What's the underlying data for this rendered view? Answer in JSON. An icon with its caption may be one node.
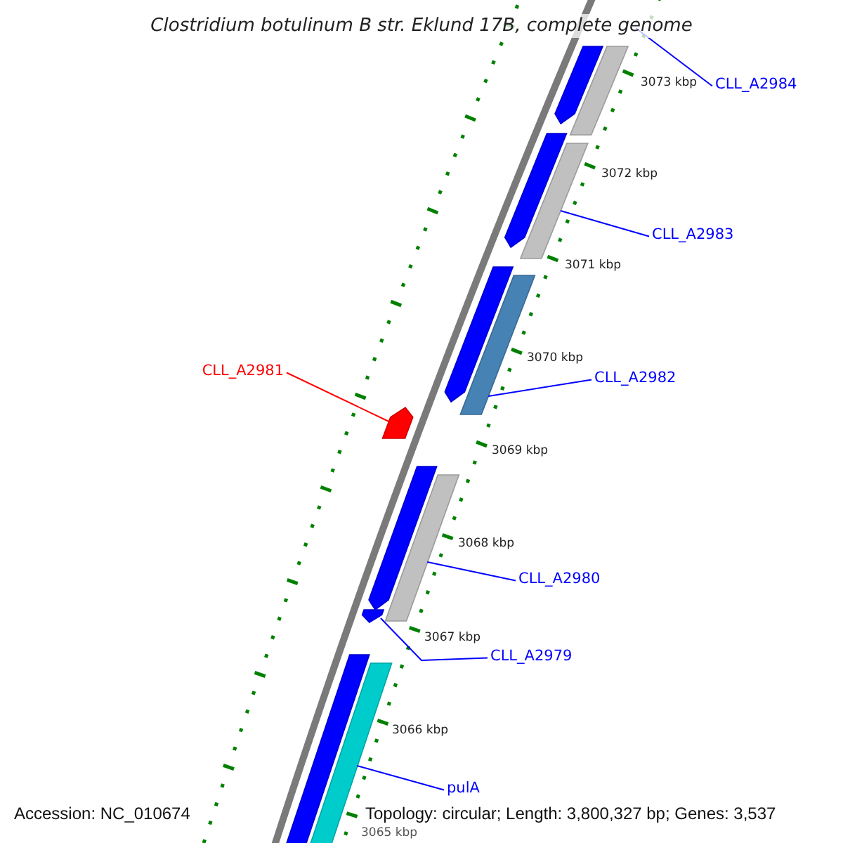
{
  "diagram": {
    "title": "Clostridium botulinum B str. Eklund 17B, complete genome",
    "nodes": [
      {
        "text": [
          "CLL_A2984"
        ]
      },
      {
        "text": [],
        "shape": "bar"
      },
      {
        "text": [
          "CLL_A2983"
        ]
      },
      {
        "text": [],
        "shape": "bar"
      },
      {
        "text": [
          "CLL_A2981"
        ]
      },
      {
        "text": [],
        "shape": "bar"
      },
      {
        "text": [
          "CLL_A2982"
        ]
      },
      {
        "text": [],
        "shape": "bar"
      },
      {
        "text": [
          "CLL_A2980"
        ]
      },
      {
        "text": [],
        "shape": "bar"
      },
      {
        "text": [
          "CLL_A2979"
        ]
      },
      {
        "text": [],
        "shape": "bar"
      },
      {
        "text": [
          "pulA"
        ]
      },
      {
        "text": [],
        "shape": "bar"
      },
      {
        "text": [],
        "shape": "bar"
      },
      {
        "text": [],
        "shape": "bar"
      },
      {
        "text": [],
        "shape": "bar"
      },
      {
        "text": [],
        "shape": "bar"
      },
      {
        "text": [],
        "shape": "bar"
      }
    ],
    "edges": [
      {
        "from": 0,
        "to": 1,
        "arrow": "none"
      },
      {
        "from": 2,
        "to": 3,
        "arrow": "none"
      },
      {
        "from": 4,
        "to": 5,
        "arrow": "none",
        "color": "#ff0000"
      },
      {
        "from": 6,
        "to": 7,
        "arrow": "none"
      },
      {
        "from": 8,
        "to": 9,
        "arrow": "none"
      },
      {
        "from": 10,
        "to": 11,
        "arrow": "none"
      },
      {
        "from": 12,
        "to": 13,
        "arrow": "none"
      }
    ],
    "labels": [
      "3073 kbp",
      "3072 kbp",
      "3071 kbp",
      "3070 kbp",
      "3069 kbp",
      "3068 kbp",
      "3067 kbp",
      "3066 kbp",
      "3065 kbp",
      "Accession: NC_010674",
      "Topology: circular; Length: 3,800,327 bp; Genes: 3,537"
    ]
  }
}
